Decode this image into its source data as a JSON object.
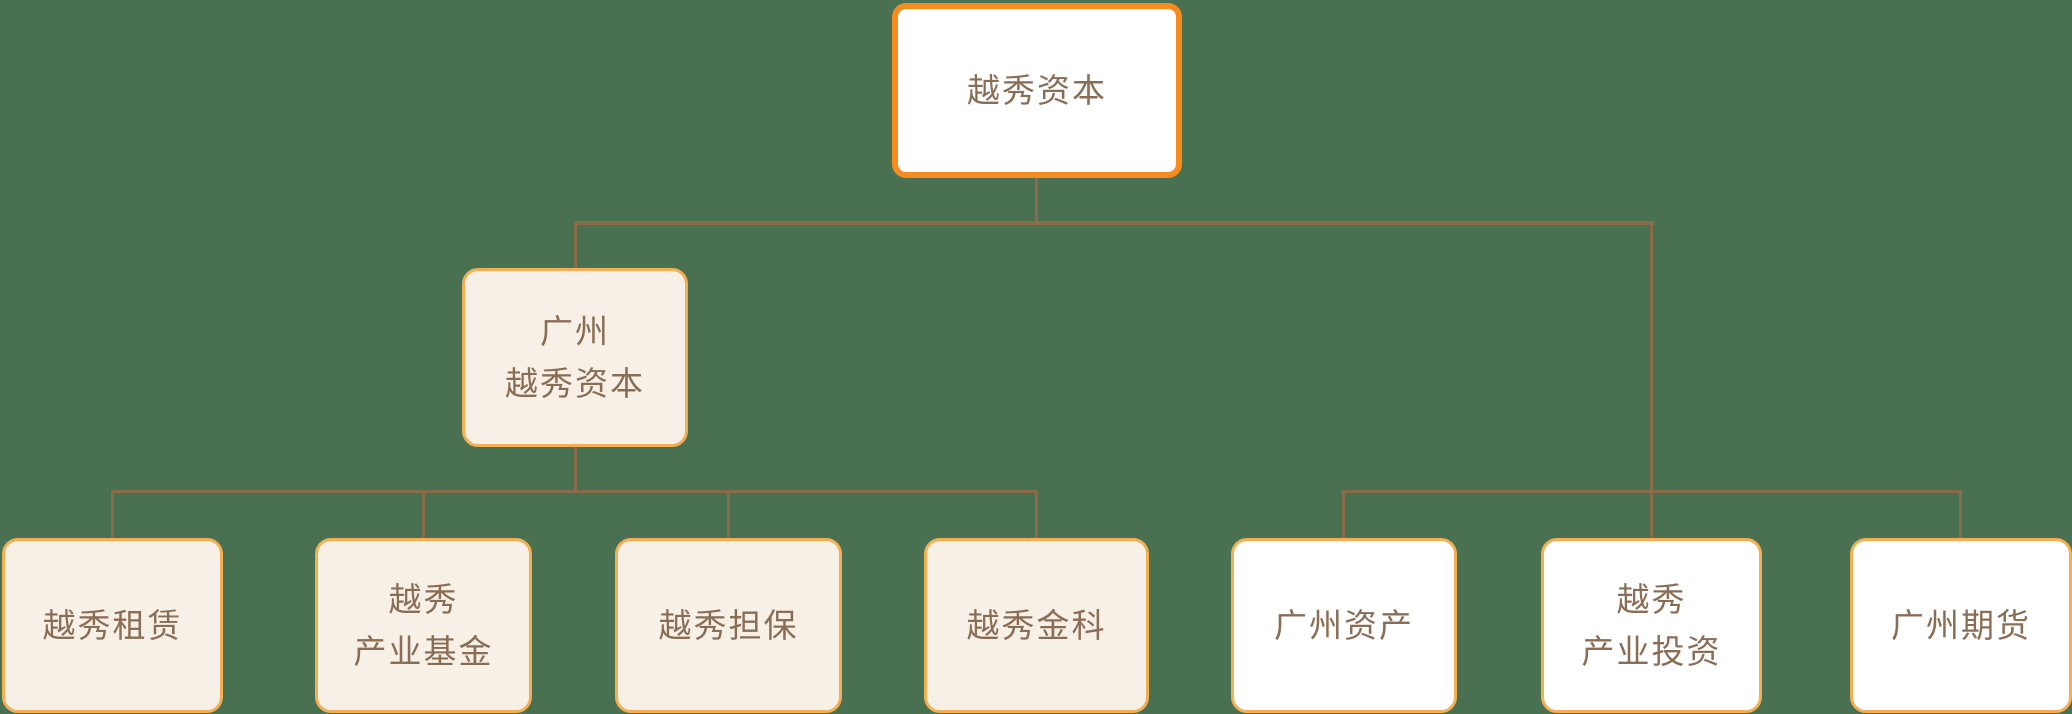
{
  "chart_title": "org-structure",
  "colors": {
    "background": "#4A7052",
    "root_border": "#F78C1E",
    "child_border": "#F4AF53",
    "cream_fill": "#F6F0E6",
    "white_fill": "#FFFFFF",
    "text": "#8A6D55",
    "connector": "#8A6C4A"
  },
  "nodes": {
    "root": {
      "label": "越秀资本"
    },
    "guangzhou_yuexiu_capital": {
      "label": "广州\n越秀资本"
    },
    "yuexiu_leasing": {
      "label": "越秀租赁"
    },
    "yuexiu_industrial_fund": {
      "label": "越秀\n产业基金"
    },
    "yuexiu_guarantee": {
      "label": "越秀担保"
    },
    "yuexiu_fintech": {
      "label": "越秀金科"
    },
    "guangzhou_assets": {
      "label": "广州资产"
    },
    "yuexiu_industrial_investment": {
      "label": "越秀\n产业投资"
    },
    "guangzhou_futures": {
      "label": "广州期货"
    }
  }
}
